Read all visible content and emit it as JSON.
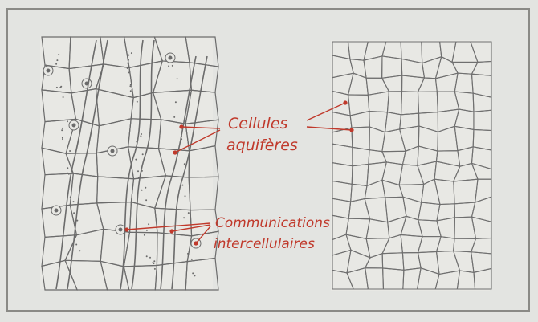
{
  "figure": {
    "labels": {
      "aquiferous_line1": "Cellules",
      "aquiferous_line2": "aquifères",
      "communication_line1": "Communications",
      "communication_line2": "intercellulaires"
    },
    "colors": {
      "paper": "#e3e4e1",
      "ink": "#6b6b6b",
      "label_red": "#c0392b",
      "frame": "#8a8a86"
    }
  }
}
